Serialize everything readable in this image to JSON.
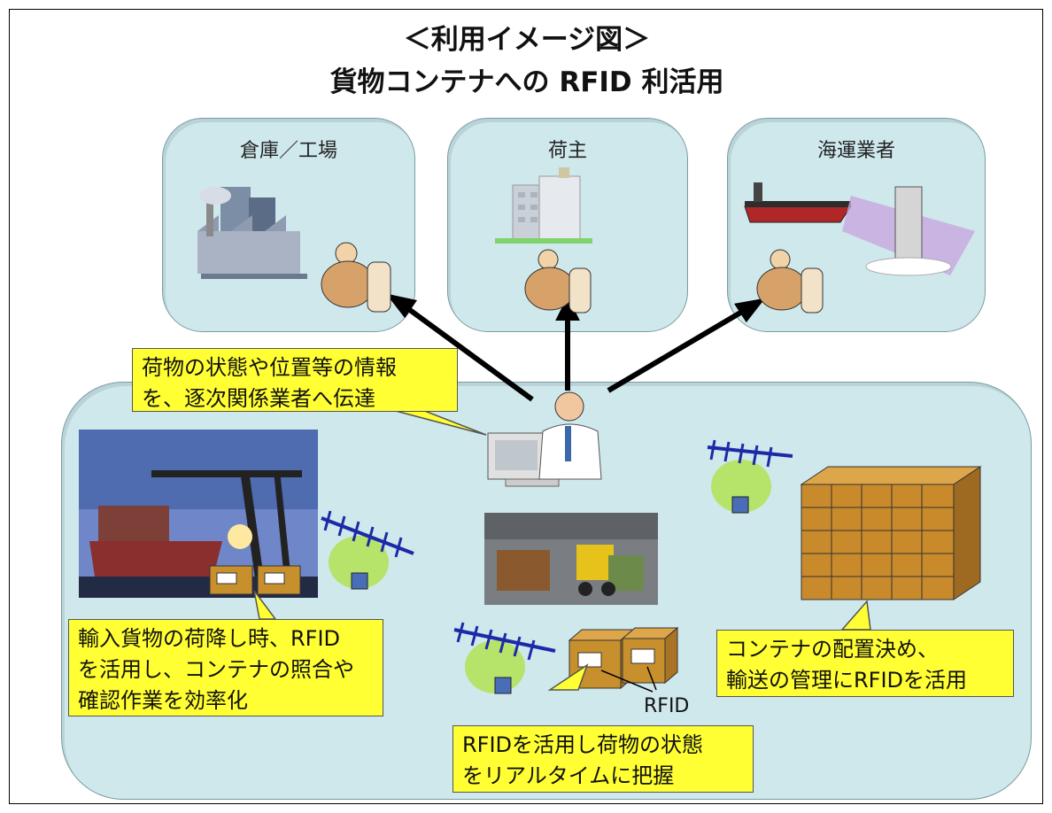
{
  "title": {
    "line1": "＜利用イメージ図＞",
    "line2": "貨物コンテナへの RFID 利活用"
  },
  "panels": [
    {
      "label": "倉庫／工場"
    },
    {
      "label": "荷主"
    },
    {
      "label": "海運業者"
    }
  ],
  "callouts": {
    "info": [
      "荷物の状態や位置等の情報",
      "を、逐次関係業者へ伝達"
    ],
    "import": [
      "輸入貨物の荷降し時、RFID",
      "を活用し、コンテナの照合や",
      "確認作業を効率化"
    ],
    "realtime": [
      "RFIDを活用し荷物の状態",
      "をリアルタイムに把握"
    ],
    "placement": [
      "コンテナの配置決め、",
      "輸送の管理にRFIDを活用"
    ]
  },
  "rfid_tag_label": "RFID",
  "colors": {
    "panel_bg": "#cfe8ec",
    "callout_bg": "#ffff33",
    "box_brown": "#c8902c"
  }
}
